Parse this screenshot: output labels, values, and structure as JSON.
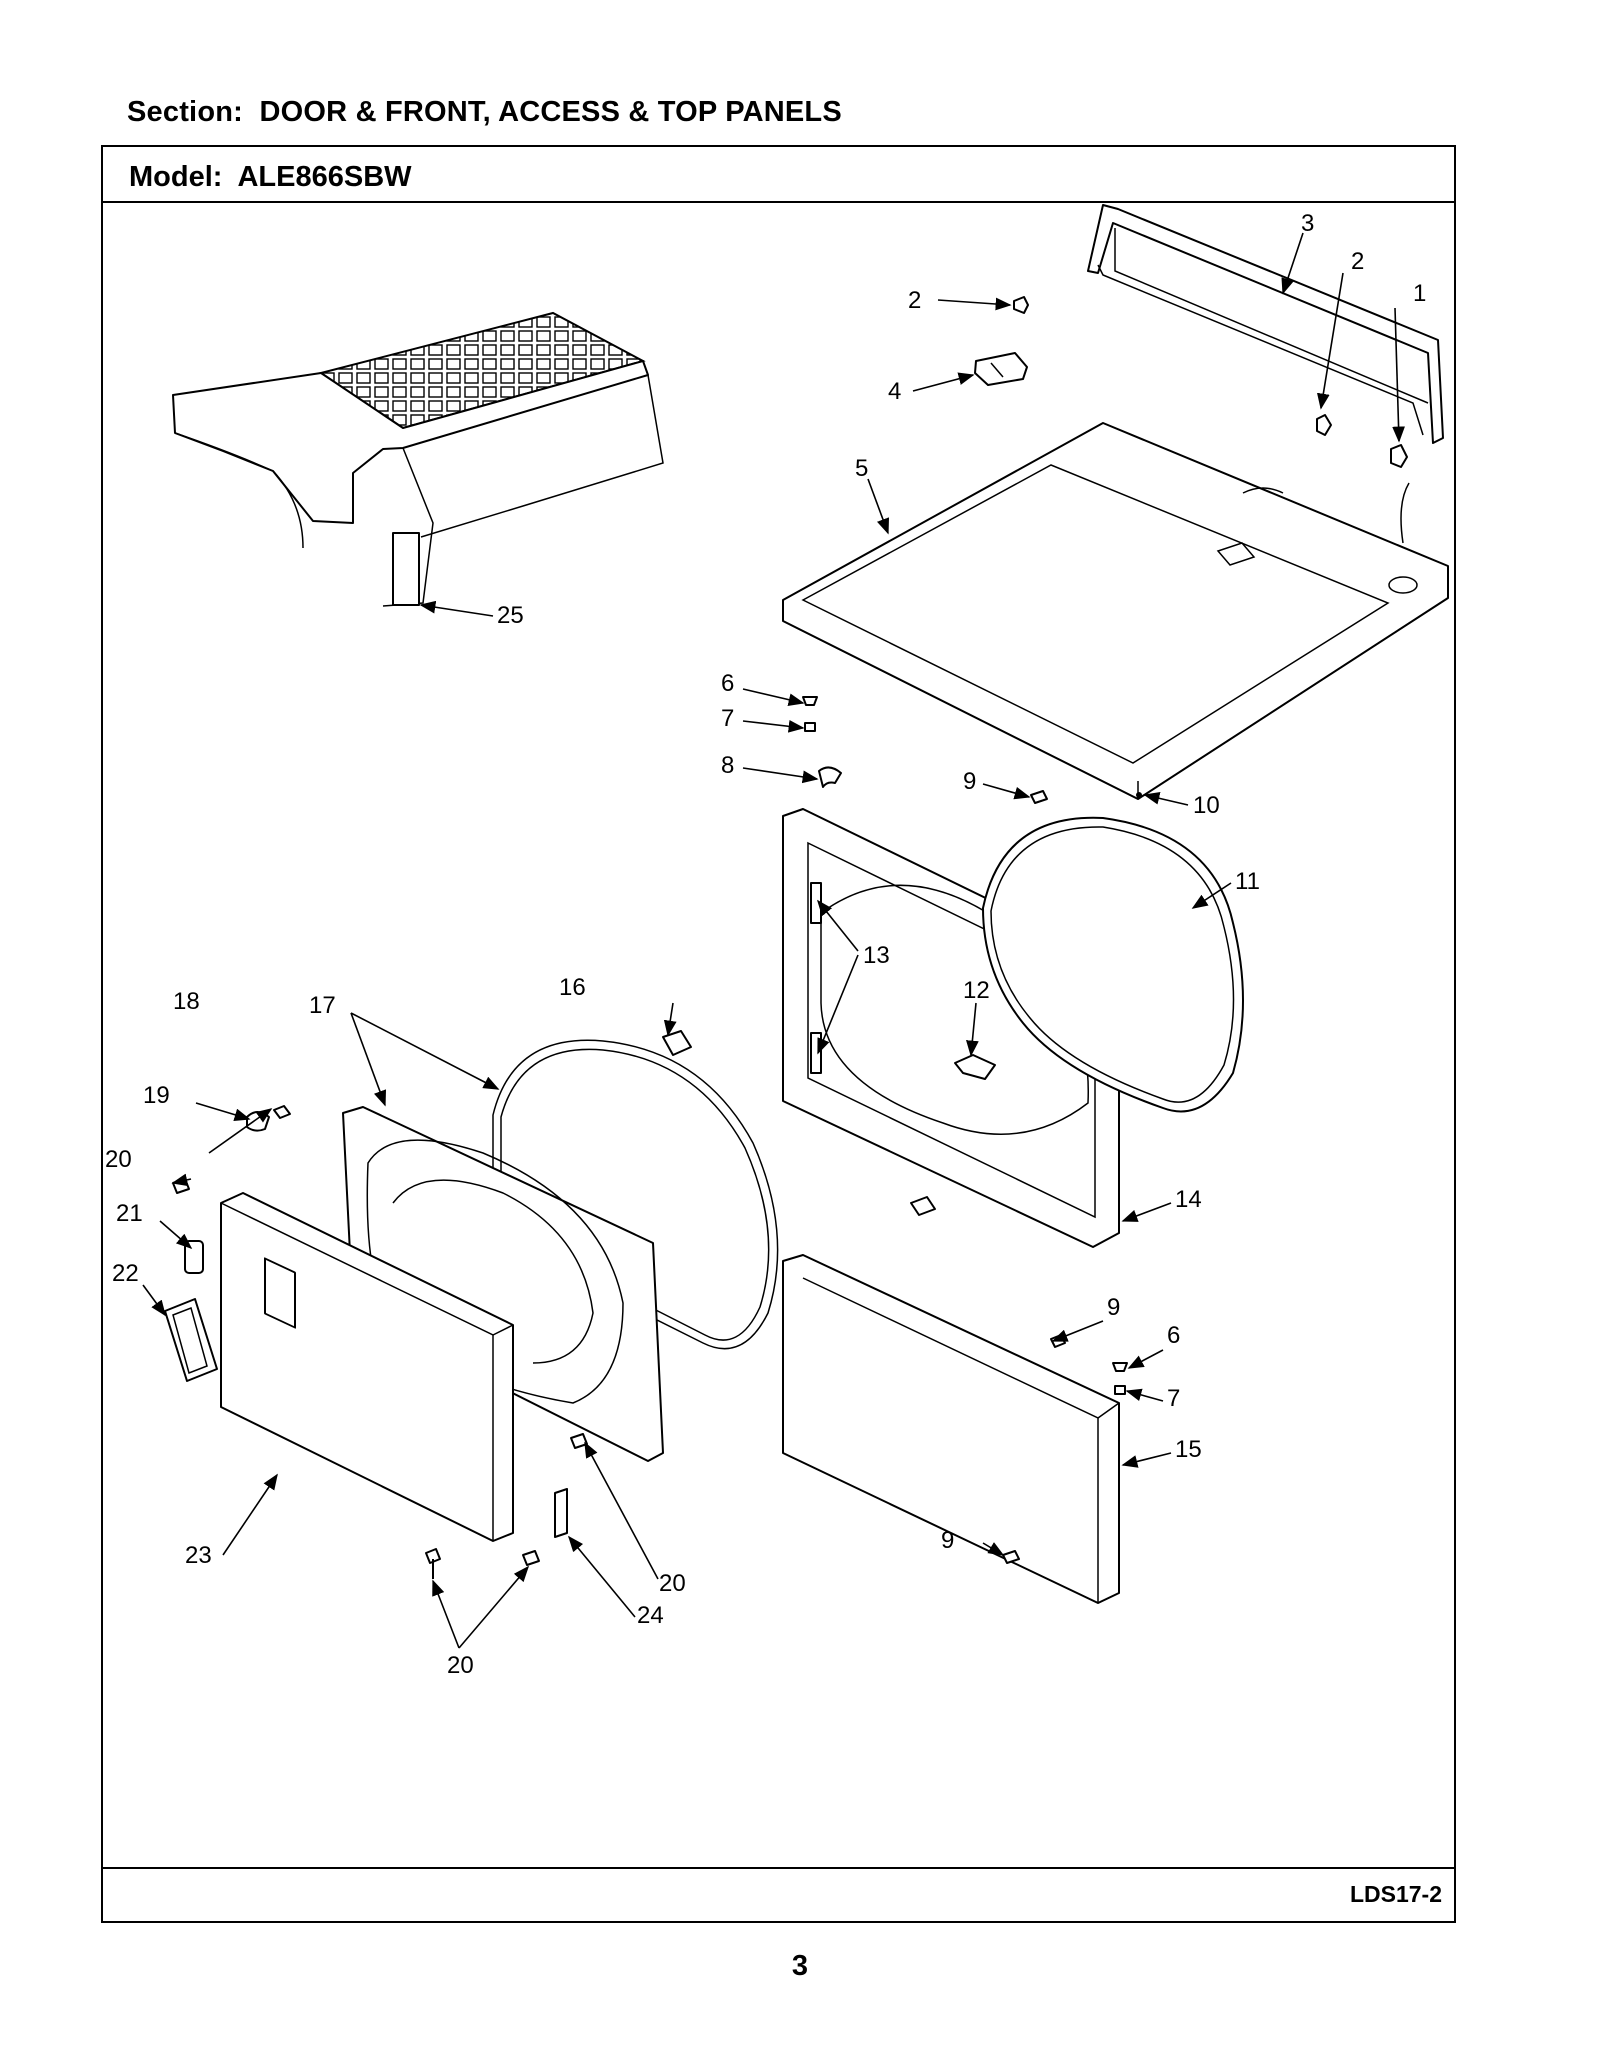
{
  "section": {
    "label": "Section:",
    "title": "DOOR & FRONT, ACCESS & TOP PANELS"
  },
  "model": {
    "label": "Model:",
    "value": "ALE866SBW"
  },
  "doc_code": "LDS17-2",
  "page_number": "3",
  "callouts": {
    "c1": "1",
    "c2a": "2",
    "c2b": "2",
    "c3": "3",
    "c4": "4",
    "c5": "5",
    "c6a": "6",
    "c6b": "6",
    "c7a": "7",
    "c7b": "7",
    "c8": "8",
    "c9a": "9",
    "c9b": "9",
    "c9c": "9",
    "c10": "10",
    "c11": "11",
    "c12": "12",
    "c13": "13",
    "c14": "14",
    "c15": "15",
    "c16": "16",
    "c17": "17",
    "c18": "18",
    "c19": "19",
    "c20a": "20",
    "c20b": "20",
    "c20c": "20",
    "c21": "21",
    "c22": "22",
    "c23": "23",
    "c24": "24",
    "c25": "25"
  }
}
